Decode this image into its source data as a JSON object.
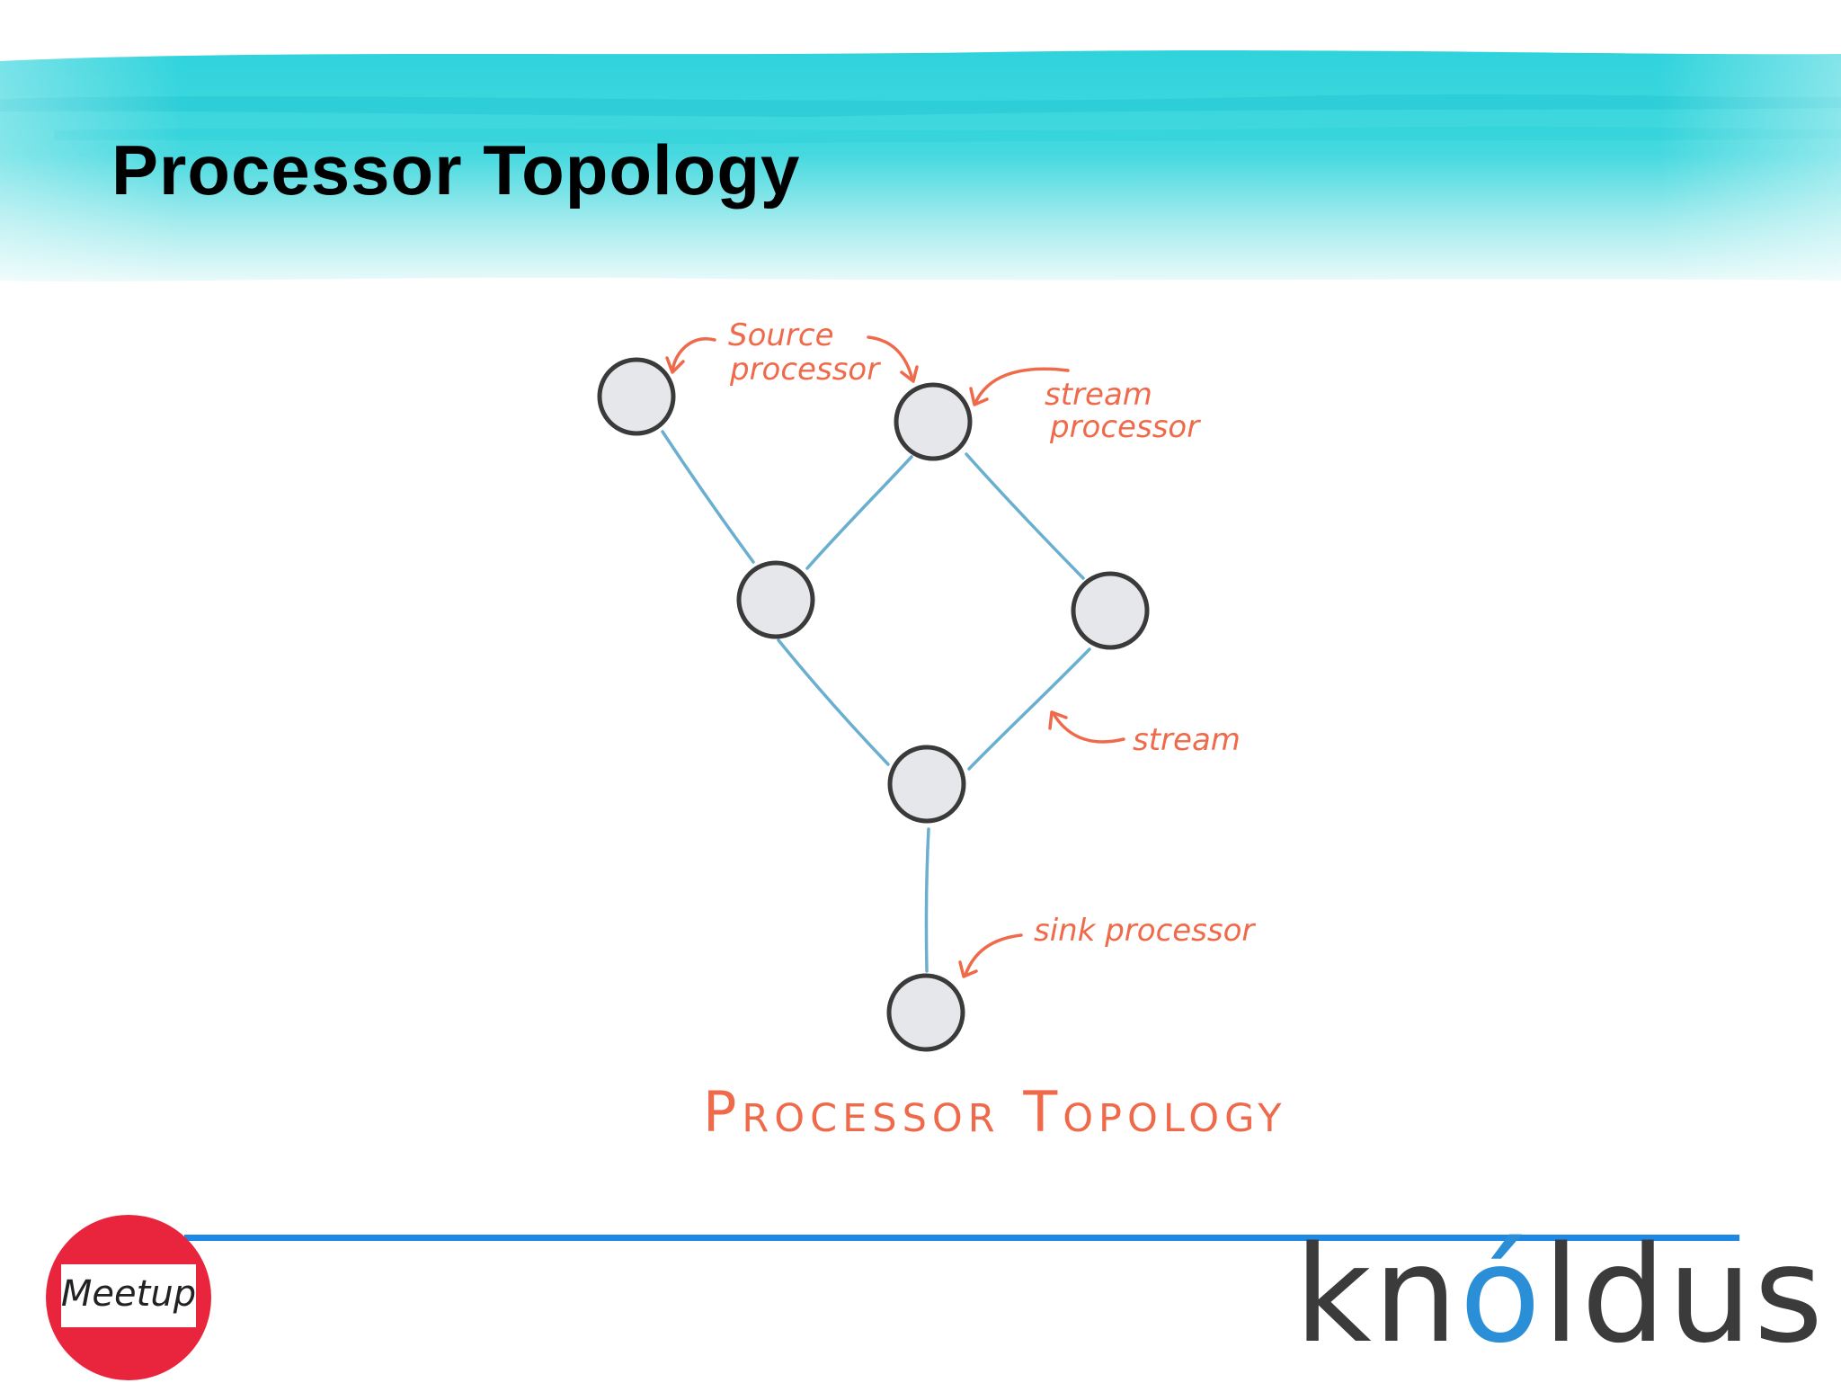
{
  "slide": {
    "title": "Processor Topology"
  },
  "diagram": {
    "labels": {
      "source_processor": [
        "Source",
        "processor"
      ],
      "stream_processor": [
        "stream",
        "processor"
      ],
      "stream": "stream",
      "sink_processor": "sink processor",
      "caption": "Processor Topology"
    },
    "nodes": [
      {
        "id": "n1",
        "role": "source"
      },
      {
        "id": "n2",
        "role": "source"
      },
      {
        "id": "n3",
        "role": "stream"
      },
      {
        "id": "n4",
        "role": "stream"
      },
      {
        "id": "n5",
        "role": "stream"
      },
      {
        "id": "n6",
        "role": "sink"
      }
    ],
    "edges": [
      {
        "from": "n1",
        "to": "n3"
      },
      {
        "from": "n2",
        "to": "n3"
      },
      {
        "from": "n2",
        "to": "n4"
      },
      {
        "from": "n3",
        "to": "n5"
      },
      {
        "from": "n4",
        "to": "n5"
      },
      {
        "from": "n5",
        "to": "n6"
      }
    ]
  },
  "footer": {
    "meetup_logo_text": "Meetup",
    "knoldus_logo_text": [
      "kn",
      "ó",
      "ldus"
    ]
  },
  "colors": {
    "header_band": "#2fd3dc",
    "annotation": "#ef6a4a",
    "edge": "#6aaed0",
    "node_fill": "#e6e7ea",
    "node_stroke": "#3a3a3a",
    "footer_rule": "#1e88e5",
    "meetup_red": "#e8253d",
    "knoldus_text": "#3b3b3b",
    "knoldus_accent": "#2a8fd6"
  },
  "icons": {
    "meetup": "meetup-logo",
    "knoldus": "knoldus-logo"
  }
}
